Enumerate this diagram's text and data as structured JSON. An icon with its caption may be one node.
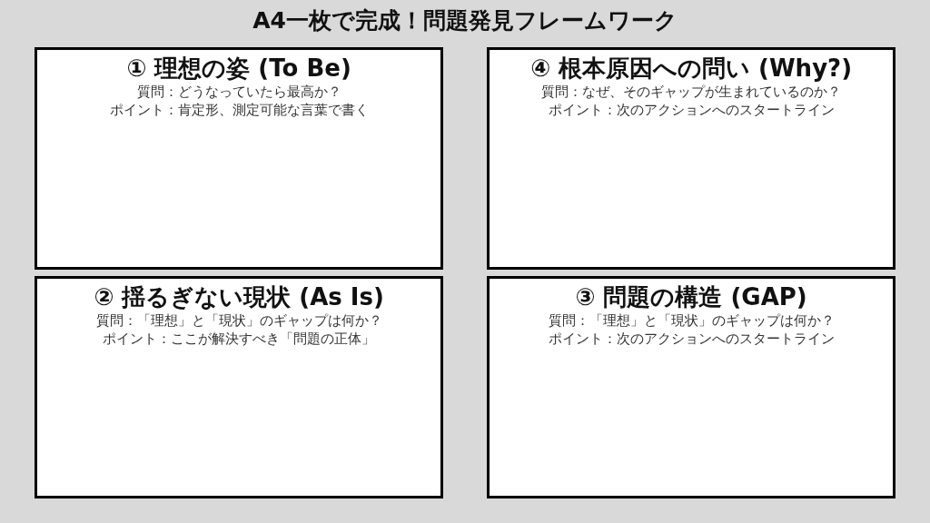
{
  "diagram": {
    "title": "A4一枚で完成！問題発見フレームワーク",
    "nodes": [
      {
        "text": [
          "① 理想の姿 (To Be)",
          "質問：どうなっていたら最高か？",
          "ポイント：肯定形、測定可能な言葉で書く"
        ]
      },
      {
        "text": [
          "④ 根本原因への問い (Why?)",
          "質問：なぜ、そのギャップが生まれているのか？",
          "ポイント：次のアクションへのスタートライン"
        ]
      },
      {
        "text": [
          "② 揺るぎない現状 (As Is)",
          "質問：「理想」と「現状」のギャップは何か？",
          "ポイント：ここが解決すべき「問題の正体」"
        ]
      },
      {
        "text": [
          "③ 問題の構造 (GAP)",
          "質問：「理想」と「現状」のギャップは何か？",
          "ポイント：次のアクションへのスタートライン"
        ]
      }
    ]
  }
}
